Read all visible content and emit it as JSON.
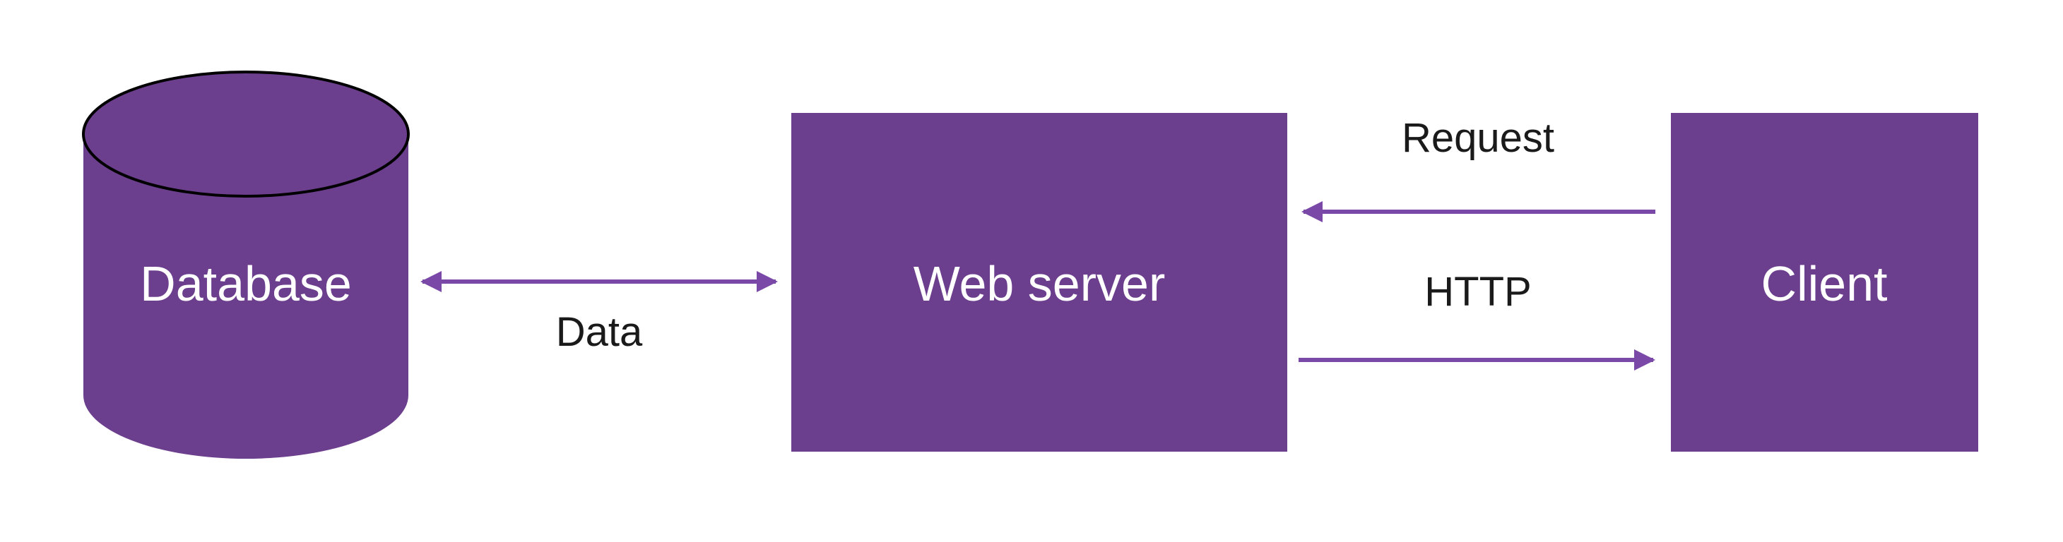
{
  "diagram": {
    "nodes": {
      "database": {
        "label": "Database",
        "shape": "cylinder"
      },
      "web_server": {
        "label": "Web server",
        "shape": "rectangle"
      },
      "client": {
        "label": "Client",
        "shape": "rectangle"
      }
    },
    "edges": {
      "data": {
        "label": "Data",
        "from": "database",
        "to": "web_server",
        "direction": "bidirectional"
      },
      "request": {
        "label": "Request",
        "from": "client",
        "to": "web_server",
        "direction": "one-way"
      },
      "http": {
        "label": "HTTP",
        "from": "web_server",
        "to": "client",
        "direction": "one-way"
      }
    }
  },
  "colors": {
    "node_fill": "#6c3f8e",
    "node_outline": "#000000",
    "arrow": "#7a48a6",
    "node_text": "#ffffff",
    "edge_text": "#1a1a1a",
    "background": "#ffffff"
  }
}
